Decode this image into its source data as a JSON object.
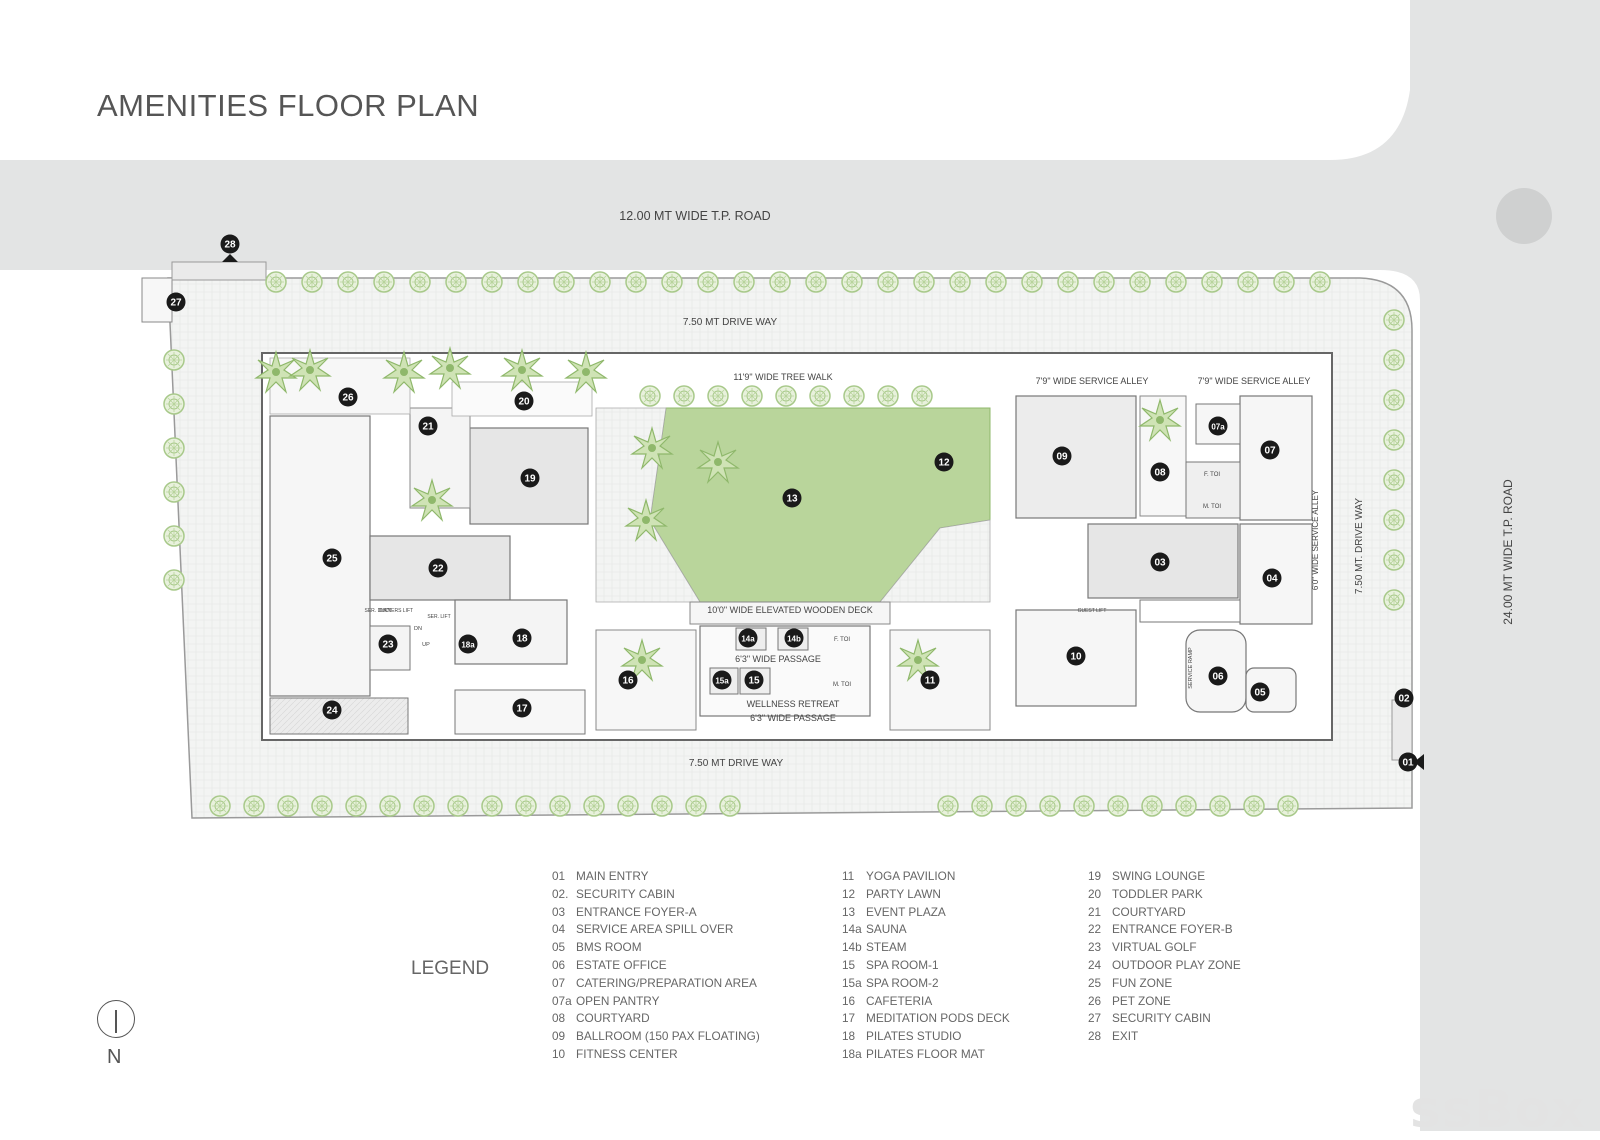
{
  "title": "AMENITIES FLOOR PLAN",
  "roads": {
    "top_road": "12.00 MT WIDE T.P. ROAD",
    "right_road": "24.00 MT WIDE T.P. ROAD",
    "top_driveway": "7.50 MT DRIVE WAY",
    "bottom_driveway": "7.50 MT DRIVE WAY",
    "right_driveway": "7.50 MT. DRIVE WAY"
  },
  "plan_labels": {
    "tree_walk": "11'9\" WIDE TREE WALK",
    "service_alley_1": "7'9\" WIDE SERVICE ALLEY",
    "service_alley_2": "7'9\" WIDE SERVICE ALLEY",
    "service_alley_v": "6'0\" WIDE SERVICE ALLEY",
    "wooden_deck": "10'0\" WIDE ELEVATED WOODEN DECK",
    "passage_1": "6'3\" WIDE PASSAGE",
    "passage_2": "6'3\" WIDE PASSAGE",
    "wellness": "WELLNESS RETREAT",
    "service_ramp": "SERVICE RAMP",
    "f_toi": "F. TOI",
    "m_toi": "M. TOI",
    "f_toi_2": "F. TOI",
    "m_toi_2": "M. TOI",
    "dn": "DN",
    "up": "UP",
    "owners_lift": "OWNERS LIFT",
    "ser_lift": "SER. LIFT",
    "guest_lift": "GUEST LIFT",
    "ser_duct": "SER. DUCT"
  },
  "markers": [
    {
      "id": "m01",
      "label": "01"
    },
    {
      "id": "m02",
      "label": "02"
    },
    {
      "id": "m03",
      "label": "03"
    },
    {
      "id": "m04",
      "label": "04"
    },
    {
      "id": "m05",
      "label": "05"
    },
    {
      "id": "m06",
      "label": "06"
    },
    {
      "id": "m07",
      "label": "07"
    },
    {
      "id": "m07a",
      "label": "07a"
    },
    {
      "id": "m08",
      "label": "08"
    },
    {
      "id": "m09",
      "label": "09"
    },
    {
      "id": "m10",
      "label": "10"
    },
    {
      "id": "m11",
      "label": "11"
    },
    {
      "id": "m12",
      "label": "12"
    },
    {
      "id": "m13",
      "label": "13"
    },
    {
      "id": "m14a",
      "label": "14a"
    },
    {
      "id": "m14b",
      "label": "14b"
    },
    {
      "id": "m15",
      "label": "15"
    },
    {
      "id": "m15a",
      "label": "15a"
    },
    {
      "id": "m16",
      "label": "16"
    },
    {
      "id": "m17",
      "label": "17"
    },
    {
      "id": "m18",
      "label": "18"
    },
    {
      "id": "m18a",
      "label": "18a"
    },
    {
      "id": "m19",
      "label": "19"
    },
    {
      "id": "m20",
      "label": "20"
    },
    {
      "id": "m21",
      "label": "21"
    },
    {
      "id": "m22",
      "label": "22"
    },
    {
      "id": "m23",
      "label": "23"
    },
    {
      "id": "m24",
      "label": "24"
    },
    {
      "id": "m25",
      "label": "25"
    },
    {
      "id": "m26",
      "label": "26"
    },
    {
      "id": "m27",
      "label": "27"
    },
    {
      "id": "m28",
      "label": "28"
    }
  ],
  "legend": {
    "title": "LEGEND",
    "col1": [
      {
        "num": "01",
        "name": "MAIN ENTRY"
      },
      {
        "num": "02.",
        "name": "SECURITY CABIN"
      },
      {
        "num": "03",
        "name": "ENTRANCE FOYER-A"
      },
      {
        "num": "04",
        "name": "SERVICE AREA SPILL OVER"
      },
      {
        "num": "05",
        "name": "BMS ROOM"
      },
      {
        "num": "06",
        "name": "ESTATE OFFICE"
      },
      {
        "num": "07",
        "name": "CATERING/PREPARATION AREA"
      },
      {
        "num": "07a",
        "name": "OPEN PANTRY"
      },
      {
        "num": "08",
        "name": "COURTYARD"
      },
      {
        "num": "09",
        "name": "BALLROOM (150 PAX FLOATING)"
      },
      {
        "num": "10",
        "name": "FITNESS CENTER"
      }
    ],
    "col2": [
      {
        "num": "11",
        "name": "YOGA PAVILION"
      },
      {
        "num": "12",
        "name": "PARTY LAWN"
      },
      {
        "num": "13",
        "name": "EVENT PLAZA"
      },
      {
        "num": "14a",
        "name": "SAUNA"
      },
      {
        "num": "14b",
        "name": "STEAM"
      },
      {
        "num": "15",
        "name": "SPA ROOM-1"
      },
      {
        "num": "15a",
        "name": "SPA ROOM-2"
      },
      {
        "num": "16",
        "name": "CAFETERIA"
      },
      {
        "num": "17",
        "name": "MEDITATION PODS DECK"
      },
      {
        "num": "18",
        "name": "PILATES STUDIO"
      },
      {
        "num": "18a",
        "name": "PILATES FLOOR MAT"
      }
    ],
    "col3": [
      {
        "num": "19",
        "name": "SWING LOUNGE"
      },
      {
        "num": "20",
        "name": "TODDLER PARK"
      },
      {
        "num": "21",
        "name": "COURTYARD"
      },
      {
        "num": "22",
        "name": "ENTRANCE FOYER-B"
      },
      {
        "num": "23",
        "name": "VIRTUAL GOLF"
      },
      {
        "num": "24",
        "name": "OUTDOOR PLAY ZONE"
      },
      {
        "num": "25",
        "name": "FUN ZONE"
      },
      {
        "num": "26",
        "name": "PET ZONE"
      },
      {
        "num": "27",
        "name": "SECURITY CABIN"
      },
      {
        "num": "28",
        "name": "EXIT"
      }
    ]
  },
  "north_label": "N",
  "watermark": "ssBox",
  "colors": {
    "road": "#e3e4e4",
    "lawn": "#b9d59b",
    "tree": "#8fb86b",
    "wall": "#666666",
    "marker": "#1a1a1a"
  }
}
